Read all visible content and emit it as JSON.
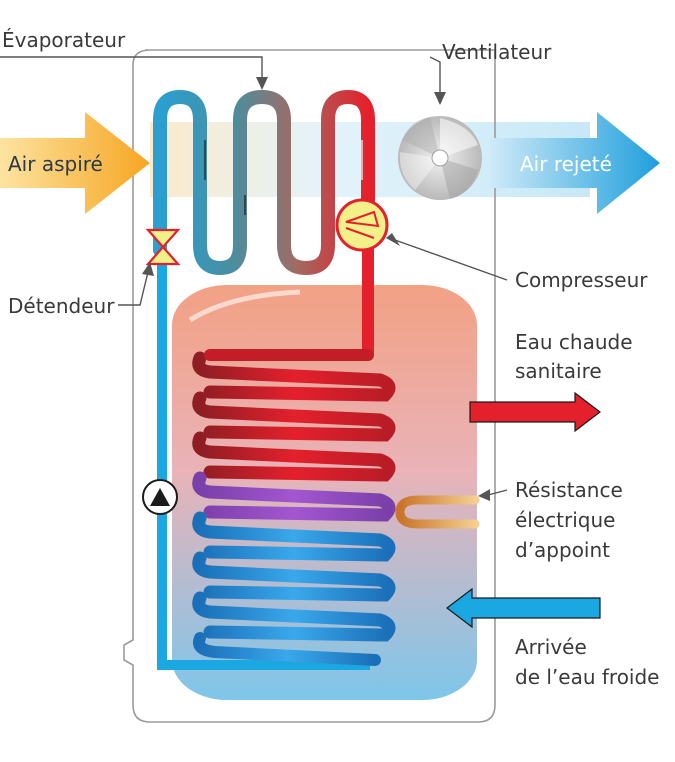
{
  "labels": {
    "evaporateur": "Évaporateur",
    "ventilateur": "Ventilateur",
    "air_aspire": "Air aspiré",
    "air_rejete": "Air rejeté",
    "compresseur": "Compresseur",
    "detendeur": "Détendeur",
    "eau_chaude_1": "Eau chaude",
    "eau_chaude_2": "sanitaire",
    "resistance_1": "Résistance",
    "resistance_2": "électrique",
    "resistance_3": "d’appoint",
    "arrivee_1": "Arrivée",
    "arrivee_2": "de l’eau froide"
  },
  "colors": {
    "hot": "#e4202c",
    "cold": "#1ba7e1",
    "warm_arrow": "#f7b733",
    "fan": "#d8d8d8",
    "compressor": "#f3f08a",
    "tank_top": "#f2a184",
    "tank_bottom": "#86c8e8"
  }
}
